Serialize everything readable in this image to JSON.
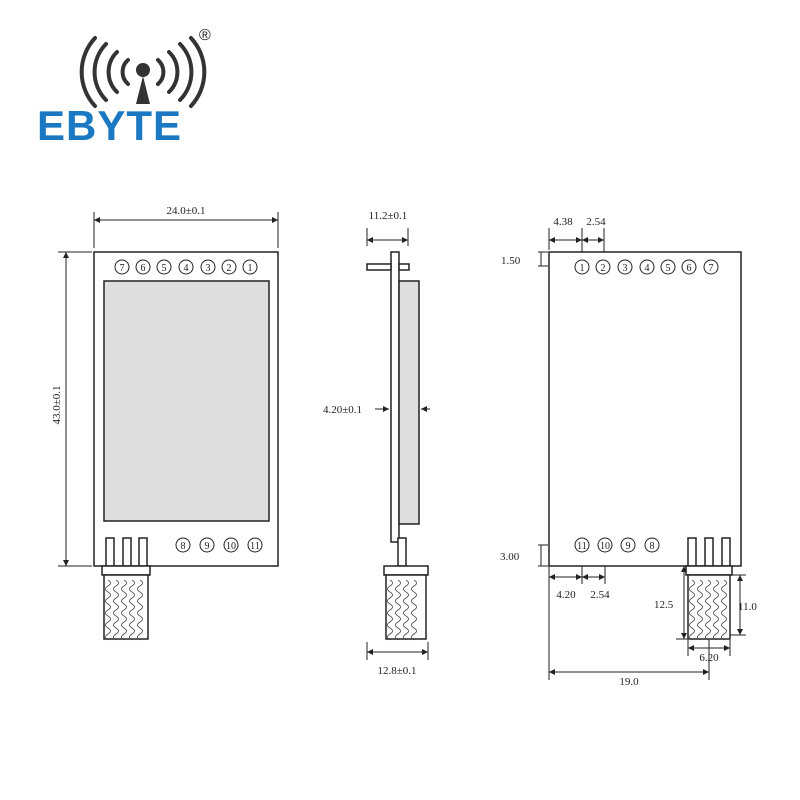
{
  "brand": {
    "name": "EBYTE",
    "registered_mark": "®"
  },
  "front_view": {
    "width_label": "24.0±0.1",
    "height_label": "43.0±0.1",
    "top_pins": [
      "7",
      "6",
      "5",
      "4",
      "3",
      "2",
      "1"
    ],
    "bottom_pins": [
      "8",
      "9",
      "10",
      "11"
    ]
  },
  "side_view": {
    "thickness_label": "11.2±0.1",
    "shield_label": "4.20±0.1",
    "antenna_label": "12.8±0.1"
  },
  "bottom_view": {
    "pin_offset_label": "4.38",
    "pin_pitch_top_label": "2.54",
    "top_margin_label": "1.50",
    "bottom_margin_label": "3.00",
    "bottom_pin_offset_label": "4.20",
    "pin_pitch_bottom_label": "2.54",
    "antenna_height_label": "12.5",
    "antenna_len_label": "11.0",
    "antenna_width_label": "6.20",
    "antenna_pos_label": "19.0",
    "top_pins": [
      "1",
      "2",
      "3",
      "4",
      "5",
      "6",
      "7"
    ],
    "bottom_pins": [
      "11",
      "10",
      "9",
      "8"
    ]
  },
  "colors": {
    "brand": "#1a79c2",
    "line": "#222222",
    "shield": "#dedede"
  }
}
